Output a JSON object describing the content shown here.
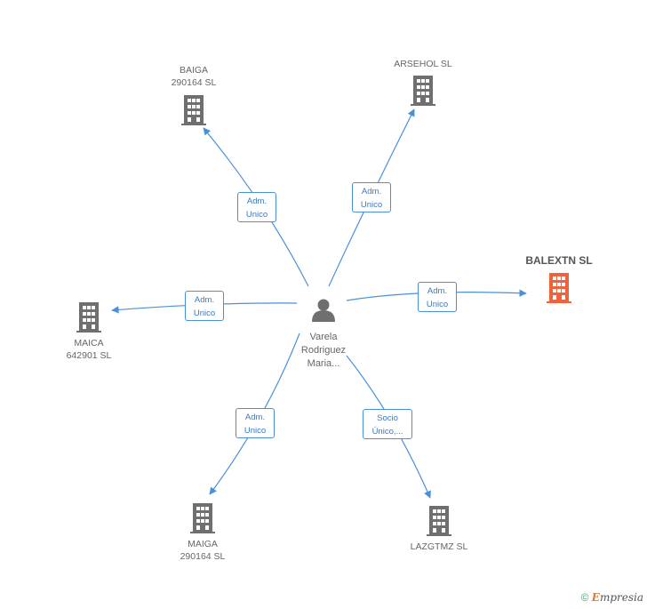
{
  "center": {
    "name_lines": [
      "Varela",
      "Rodriguez",
      "Maria..."
    ],
    "icon": "person-icon"
  },
  "companies": [
    {
      "id": "baiga",
      "lines": [
        "BAIGA",
        "290164  SL"
      ],
      "highlight": false
    },
    {
      "id": "arsehol",
      "lines": [
        "ARSEHOL SL"
      ],
      "highlight": false
    },
    {
      "id": "balextn",
      "lines": [
        "BALEXTN SL"
      ],
      "highlight": true
    },
    {
      "id": "maica",
      "lines": [
        "MAICA",
        "642901  SL"
      ],
      "highlight": false
    },
    {
      "id": "maiga",
      "lines": [
        "MAIGA",
        "290164  SL"
      ],
      "highlight": false
    },
    {
      "id": "lazgtmz",
      "lines": [
        "LAZGTMZ SL"
      ],
      "highlight": false
    }
  ],
  "relations": [
    {
      "to": "baiga",
      "lines": [
        "Adm.",
        "Unico"
      ]
    },
    {
      "to": "arsehol",
      "lines": [
        "Adm.",
        "Unico"
      ]
    },
    {
      "to": "balextn",
      "lines": [
        "Adm.",
        "Unico"
      ]
    },
    {
      "to": "maica",
      "lines": [
        "Adm.",
        "Unico"
      ]
    },
    {
      "to": "maiga",
      "lines": [
        "Adm.",
        "Unico"
      ]
    },
    {
      "to": "lazgtmz",
      "lines": [
        "Socio",
        "Único,..."
      ]
    }
  ],
  "colors": {
    "edge": "#4a90d9",
    "building": "#6f6f6f",
    "highlight": "#f0623a",
    "person": "#6f6f6f"
  },
  "footer": {
    "copyright": "©",
    "brand_initial": "E",
    "brand_rest": "mpresia"
  }
}
